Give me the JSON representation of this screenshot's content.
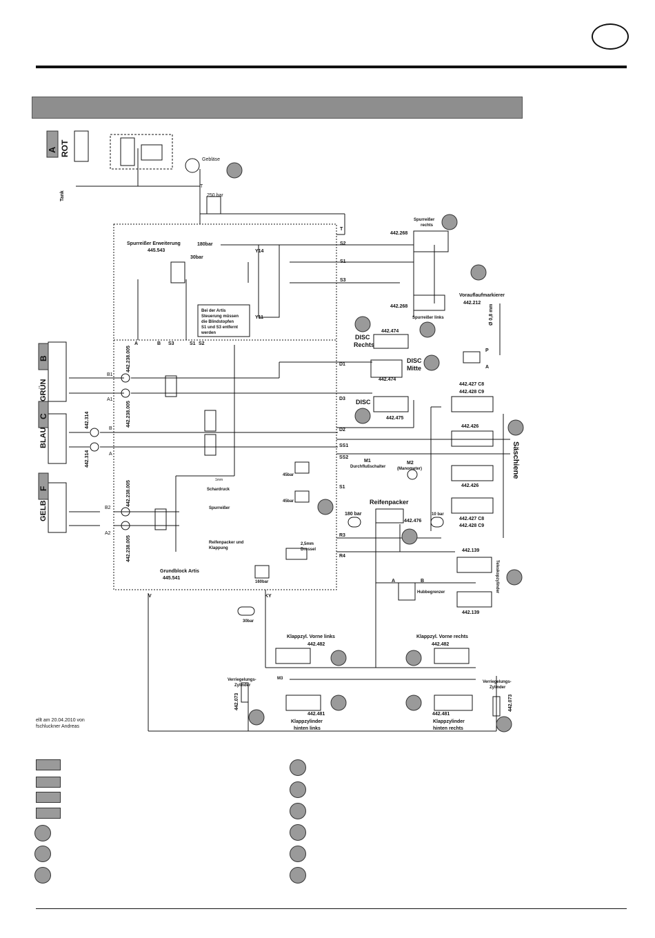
{
  "header": {
    "lang_badge": ""
  },
  "diagram": {
    "color_labels": {
      "rot": "ROT",
      "gruen": "GRÜN",
      "blau": "BLAU",
      "gelb": "GELB"
    },
    "letters": {
      "a": "A",
      "b": "B",
      "c": "C",
      "f": "F"
    },
    "tank": "Tank",
    "geblaese": "Gebläse",
    "p250": "250 bar",
    "t": "T",
    "spur_erw_title": "Spurreißer Erweiterung",
    "spur_erw_num": "445.543",
    "p180": "180bar",
    "p30": "30bar",
    "y14": "Y14",
    "y11": "Y11",
    "ports": {
      "s2": "S2",
      "s1": "S1",
      "s3": "S3",
      "d1": "D1",
      "d3": "D3",
      "d2": "D2",
      "ss1": "SS1",
      "ss2": "SS2",
      "r3": "R3",
      "r4": "R4",
      "ky": "KY",
      "v": "V"
    },
    "artis_note": [
      "Bei der Artis",
      "Steuerung müssen",
      "die Blindstopfen",
      "S1 und S3 entfernt",
      "werden"
    ],
    "a_b_s3_s1_s2": [
      "A",
      "B",
      "S3",
      "S1",
      "S2"
    ],
    "b1": "B1",
    "a1": "A1",
    "a2": "A2",
    "b2": "B2",
    "b_small": "B",
    "a_small": "A",
    "num_238": "442.238.005",
    "num_314": "442.314",
    "spurr_rechts": [
      "Spurreißer",
      "rechts"
    ],
    "spurr_links": "Spurreißer links",
    "num_268": "442.268",
    "vorauf": "Vorauflaufmarkierer",
    "num_212": "442.212",
    "orifice": "Ø 0,8 mm",
    "p_port": "P",
    "a_port": "A",
    "disc_rechts": [
      "DISC",
      "Rechts"
    ],
    "disc_mitte": [
      "DISC",
      "Mitte"
    ],
    "disc_links": "DISC",
    "num_474": "442.474",
    "num_475": "442.475",
    "num_427": "442.427 C8",
    "num_428": "442.428 C9",
    "num_426": "442.426",
    "saeschiene": "Säschiene",
    "m1": "M1",
    "durchfluss": "Durchflußschalter",
    "m2": "M2",
    "manometer": "(Manometer)",
    "p45": "45bar",
    "p2mm": "1mm",
    "schardruck": "Schardruck",
    "spurreisser": "Spurreißer",
    "reifen_klapp": [
      "Reifenpacker und",
      "Klappung"
    ],
    "drossel": [
      "2,5mm",
      "Drossel"
    ],
    "reifenpacker": "Reifenpacker",
    "p180b": "180 bar",
    "num_476": "442.476",
    "p10": "10 bar",
    "grundblock": "Grundblock Artis",
    "num_541": "445.541",
    "p160": "160bar",
    "num_139": "442.139",
    "teleskop": "Teleskopzylinder",
    "hubbegrenzer": "Hubbegrenzer",
    "ab": [
      "A",
      "B"
    ],
    "p30b": "30bar",
    "klapp_vl": "Klappzyl. Vorne links",
    "klapp_vr": "Klappzyl. Vorne rechts",
    "num_482": "442.482",
    "num_481": "442.481",
    "m3": "M3",
    "klapp_hl": [
      "Klappzylinder",
      "hinten links"
    ],
    "klapp_hr": [
      "Klappzylinder",
      "hinten rechts"
    ],
    "verr": [
      "Verriegelungs-",
      "Zylinder"
    ],
    "num_073": "442.073"
  },
  "note": {
    "line1": "ellt am 20.04.2010 von",
    "line2": "fschluckner Andreas"
  }
}
